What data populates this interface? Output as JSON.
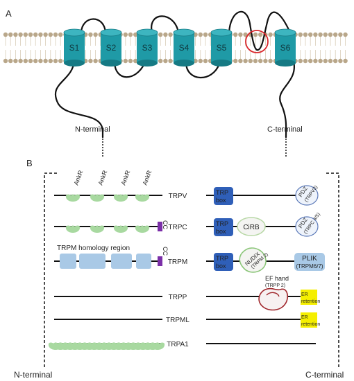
{
  "panel_a": {
    "label": "A",
    "helices": [
      "S1",
      "S2",
      "S3",
      "S4",
      "S5",
      "S6"
    ],
    "n_terminal": "N-terminal",
    "c_terminal": "C-terminal"
  },
  "panel_b": {
    "label": "B",
    "n_terminal": "N-terminal",
    "c_terminal": "C-terminal",
    "ankr_label": "AnkR",
    "cc_label": "CC",
    "trpm_homology": "TRPM homology region",
    "trp_box": [
      "TRP",
      "box"
    ],
    "cirb": "CiRB",
    "pdz_trpv3": [
      "PDZ",
      "(TRPV3)"
    ],
    "pdz_trpc": [
      "PDZ",
      "(TRPC 4/5)"
    ],
    "nudix": [
      "NUDIX",
      "(TRPM 2)"
    ],
    "plik": [
      "PLIK",
      "(TRPM6/7)"
    ],
    "ef_hand": [
      "EF hand",
      "(TRPP 2)"
    ],
    "er_retention": [
      "ER",
      "retention"
    ],
    "families": [
      "TRPV",
      "TRPC",
      "TRPM",
      "TRPP",
      "TRPML",
      "TRPA1"
    ]
  },
  "colors": {
    "helix": "#1f9aa6",
    "helix_dark": "#167a84",
    "lipid_head": "#b9a78a",
    "ankyrin": "#a8d9a0",
    "cc": "#7b2fa8",
    "trpm_block": "#a9c9e6",
    "trp_box": "#2f5fb8",
    "er_retention": "#f5ef00",
    "ef_hand_outline": "#a0262b",
    "selectivity_circle": "#d9262b"
  }
}
